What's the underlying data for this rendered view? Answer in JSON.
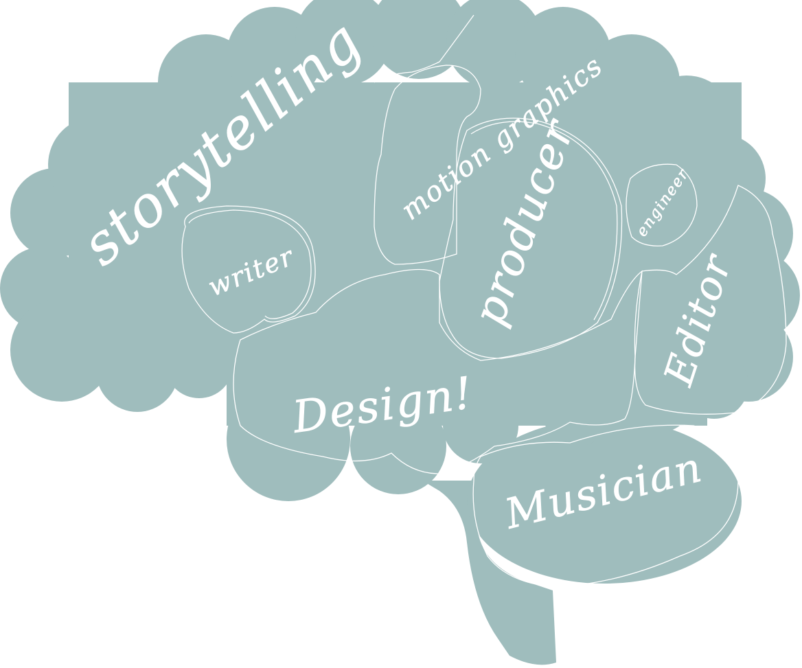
{
  "illustration": {
    "fill_color": "#9fbdbd",
    "line_color": "#ffffff",
    "background": "#ffffff"
  },
  "regions": {
    "storytelling": "storytelling",
    "motion_graphics": "motion graphics",
    "writer": "writer",
    "producer": "producer",
    "engineer": "engineer",
    "design": "Design!",
    "editor": "Editor",
    "musician": "Musician"
  }
}
